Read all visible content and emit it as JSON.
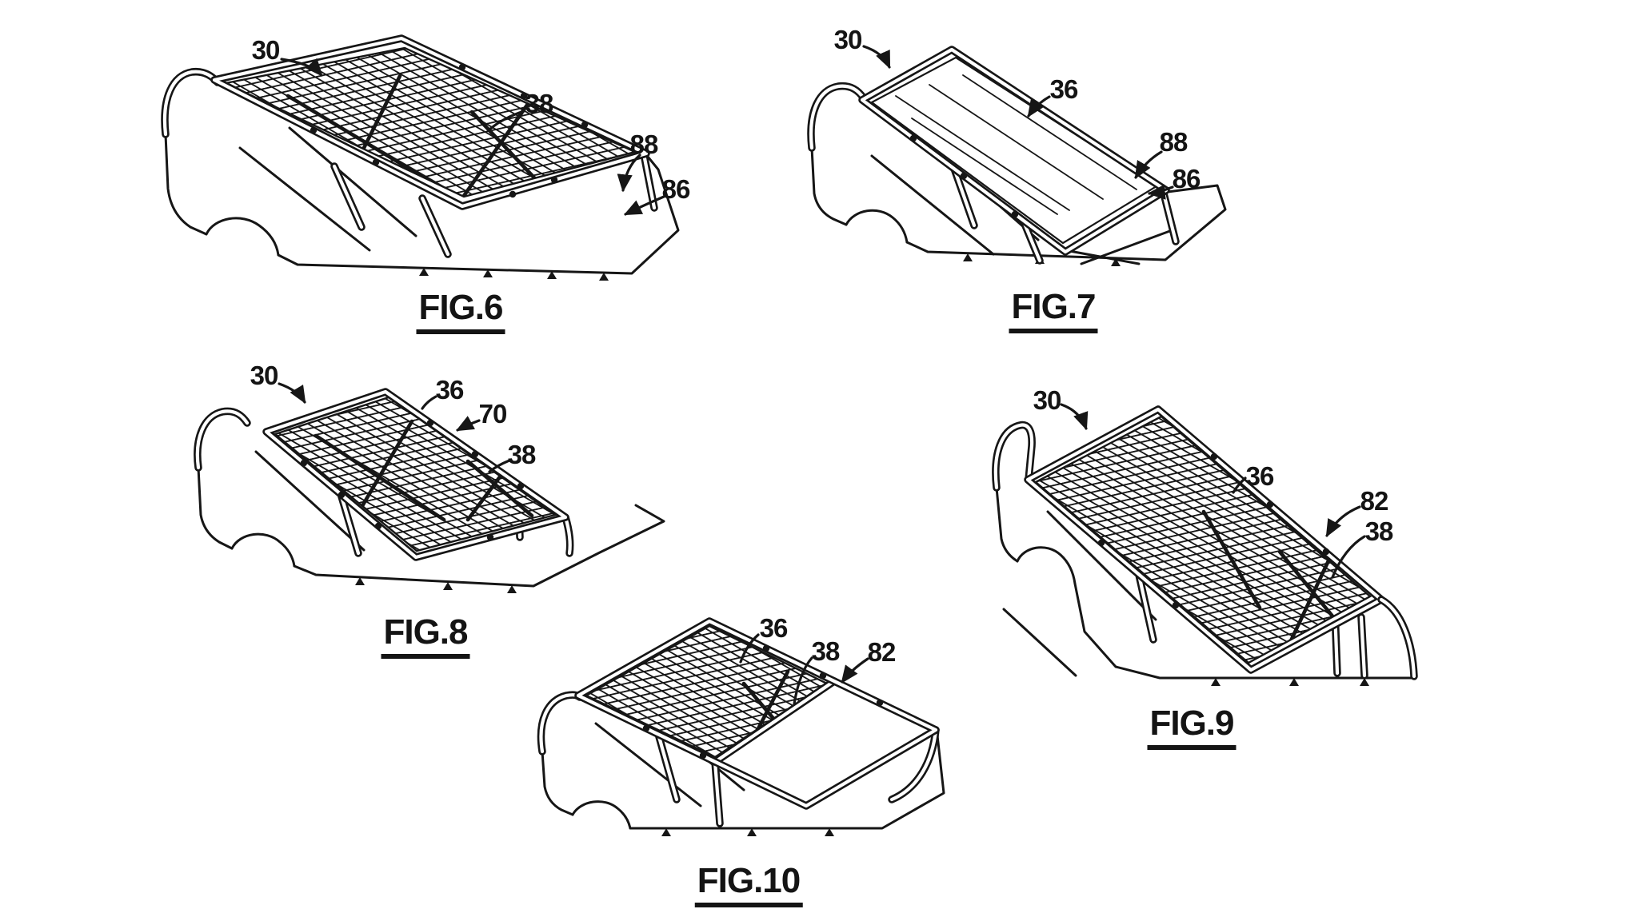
{
  "style": {
    "ink": "#161616",
    "paper": "#ffffff"
  },
  "figures": [
    {
      "caption": "FIG.6",
      "labels": [
        {
          "ref": "30"
        },
        {
          "ref": "38"
        },
        {
          "ref": "88"
        },
        {
          "ref": "86"
        }
      ]
    },
    {
      "caption": "FIG.7",
      "labels": [
        {
          "ref": "30"
        },
        {
          "ref": "36"
        },
        {
          "ref": "88"
        },
        {
          "ref": "86"
        }
      ]
    },
    {
      "caption": "FIG.8",
      "labels": [
        {
          "ref": "30"
        },
        {
          "ref": "36"
        },
        {
          "ref": "70"
        },
        {
          "ref": "38"
        }
      ]
    },
    {
      "caption": "FIG.9",
      "labels": [
        {
          "ref": "30"
        },
        {
          "ref": "36"
        },
        {
          "ref": "82"
        },
        {
          "ref": "38"
        }
      ]
    },
    {
      "caption": "FIG.10",
      "labels": [
        {
          "ref": "36"
        },
        {
          "ref": "38"
        },
        {
          "ref": "82"
        }
      ]
    }
  ]
}
